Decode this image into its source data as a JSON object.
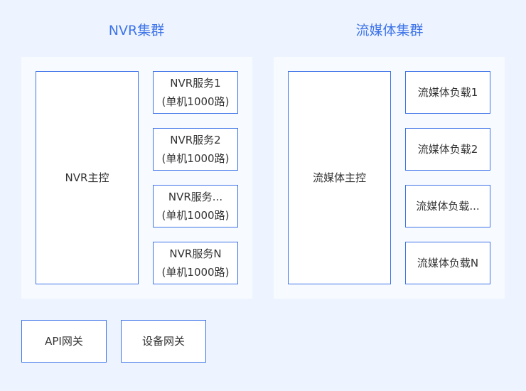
{
  "nvr": {
    "title": "NVR集群",
    "master": "NVR主控",
    "services": [
      {
        "name": "NVR服务1",
        "cap": "(单机1000路)"
      },
      {
        "name": "NVR服务2",
        "cap": "(单机1000路)"
      },
      {
        "name": "NVR服务...",
        "cap": "(单机1000路)"
      },
      {
        "name": "NVR服务N",
        "cap": "(单机1000路)"
      }
    ]
  },
  "media": {
    "title": "流媒体集群",
    "master": "流媒体主控",
    "loads": [
      "流媒体负载1",
      "流媒体负载2",
      "流媒体负载...",
      "流媒体负载N"
    ]
  },
  "gateways": [
    "API网关",
    "设备网关"
  ],
  "colors": {
    "accent": "#3e74e8",
    "background": "#eef4ff",
    "panel": "#f7faff"
  }
}
